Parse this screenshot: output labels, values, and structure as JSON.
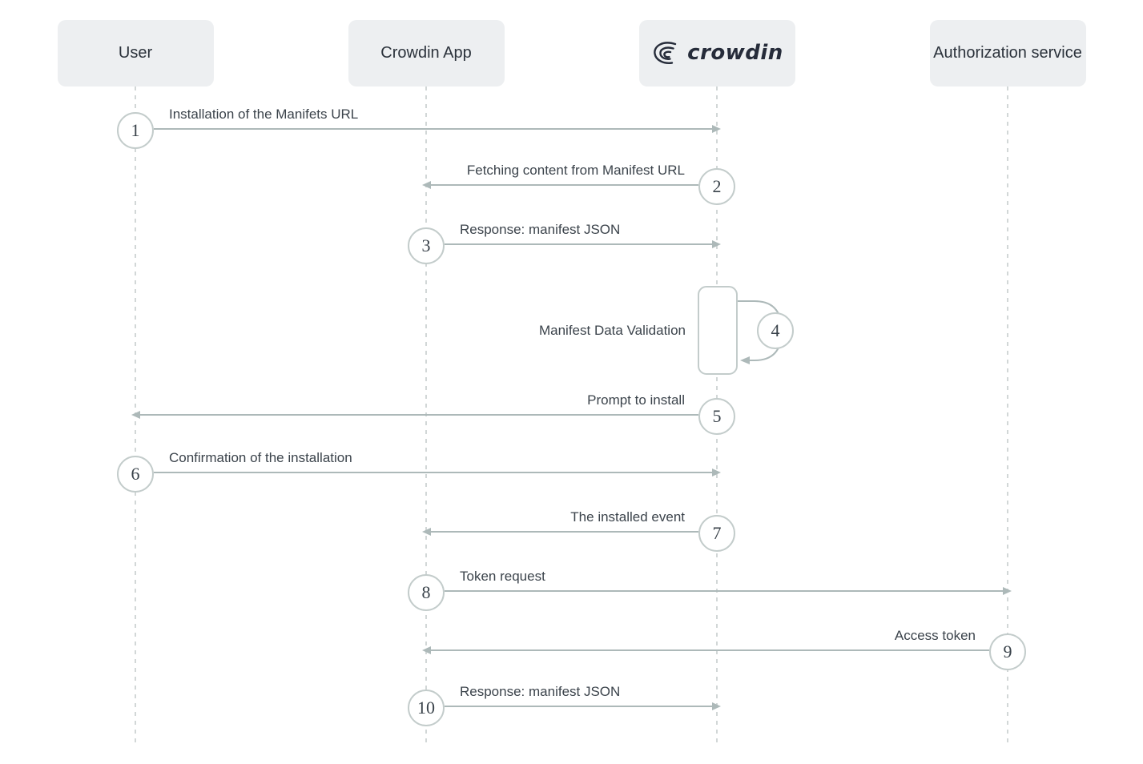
{
  "diagram_type": "sequence",
  "actors": [
    {
      "id": "user",
      "label": "User"
    },
    {
      "id": "crowdin-app",
      "label": "Crowdin App"
    },
    {
      "id": "crowdin",
      "label": "crowdin",
      "is_logo": true
    },
    {
      "id": "auth",
      "label": "Authorization service"
    }
  ],
  "messages": [
    {
      "num": "1",
      "type": "arrow",
      "from": "user",
      "to": "crowdin",
      "label": "Installation of the Manifets URL"
    },
    {
      "num": "2",
      "type": "arrow",
      "from": "crowdin",
      "to": "crowdin-app",
      "label": "Fetching content from Manifest URL"
    },
    {
      "num": "3",
      "type": "arrow",
      "from": "crowdin-app",
      "to": "crowdin",
      "label": "Response: manifest JSON"
    },
    {
      "num": "4",
      "type": "self",
      "actor": "crowdin",
      "label": "Manifest Data Validation"
    },
    {
      "num": "5",
      "type": "arrow",
      "from": "crowdin",
      "to": "user",
      "label": "Prompt to install"
    },
    {
      "num": "6",
      "type": "arrow",
      "from": "user",
      "to": "crowdin",
      "label": "Confirmation of the installation"
    },
    {
      "num": "7",
      "type": "arrow",
      "from": "crowdin",
      "to": "crowdin-app",
      "label": "The installed event"
    },
    {
      "num": "8",
      "type": "arrow",
      "from": "crowdin-app",
      "to": "auth",
      "label": "Token request"
    },
    {
      "num": "9",
      "type": "arrow",
      "from": "auth",
      "to": "crowdin-app",
      "label": "Access token"
    },
    {
      "num": "10",
      "type": "arrow",
      "from": "crowdin-app",
      "to": "crowdin",
      "label": "Response: manifest JSON"
    }
  ],
  "colors": {
    "background": "#ffffff",
    "actor_box_bg": "#edeff1",
    "actor_text": "#2b323b",
    "arrow": "#adb9b9",
    "circle_border": "#c3cccb",
    "lifeline": "#d2d7d7",
    "label_text": "#3b434b",
    "number_text": "#39424a",
    "logo_color": "#262c3a"
  }
}
